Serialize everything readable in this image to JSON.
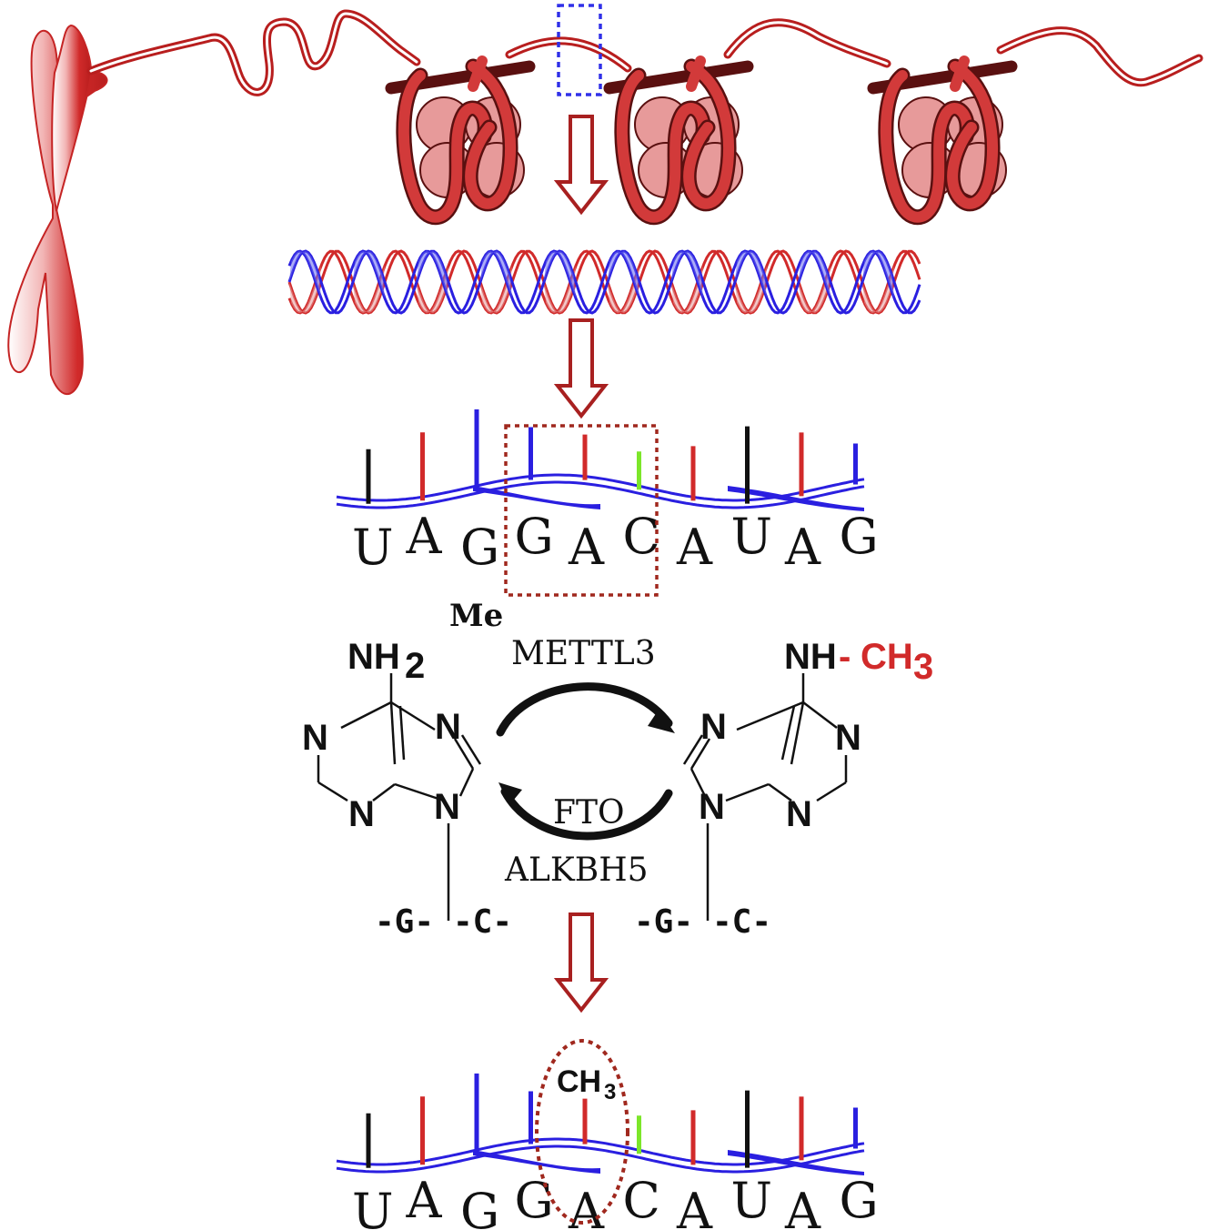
{
  "colors": {
    "red": "#d12a2a",
    "dark_red": "#a82020",
    "maroon": "#5a1010",
    "pink": "#e79a9a",
    "blue": "#2a1fe0",
    "green": "#7ce62a",
    "box_red": "#a0281e",
    "box_blue": "#3030e8",
    "black": "#111111"
  },
  "top_rna": {
    "letters": [
      "U",
      "A",
      "G",
      "G",
      "A",
      "C",
      "A",
      "U",
      "A",
      "G"
    ],
    "tick_colors": [
      "black",
      "red",
      "blue",
      "blue",
      "red",
      "green",
      "red",
      "black",
      "red",
      "blue"
    ]
  },
  "bottom_rna": {
    "letters": [
      "U",
      "A",
      "G",
      "G",
      "A",
      "C",
      "A",
      "U",
      "A",
      "G"
    ],
    "tick_colors": [
      "black",
      "red",
      "blue",
      "blue",
      "red",
      "green",
      "red",
      "black",
      "red",
      "blue"
    ],
    "methyl_label": "CH",
    "methyl_sub": "3"
  },
  "me_label": "Me",
  "adenosine": {
    "amine": "NH",
    "amine_sub": "2",
    "ring_n": "N",
    "backbone_g": "-G-",
    "backbone_c": "-C-"
  },
  "m6a": {
    "amine": "NH",
    "methyl_dash": "-",
    "methyl": "CH",
    "methyl_sub": "3",
    "ring_n": "N",
    "backbone_g": "-G-",
    "backbone_c": "-C-"
  },
  "writer": "METTL3",
  "erasers": [
    "FTO",
    "ALKBH5"
  ]
}
